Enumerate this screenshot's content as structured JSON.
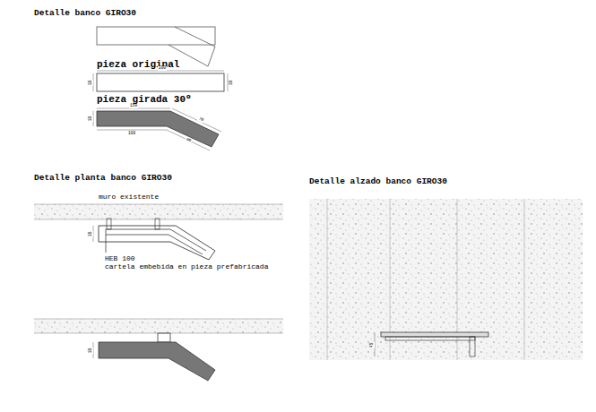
{
  "diagram": {
    "title": "Detalle banco GIRO30",
    "labels": [
      "pieza original",
      "200",
      "35",
      "35",
      "pieza girada 30º",
      "150",
      "70",
      "100",
      "60",
      "35",
      "Detalle planta banco GIRO30",
      "muro existente",
      "35",
      "HEB 100",
      "cartela embebida en pieza prefabricada",
      "35",
      "Detalle alzado banco GIRO30",
      "45"
    ]
  }
}
